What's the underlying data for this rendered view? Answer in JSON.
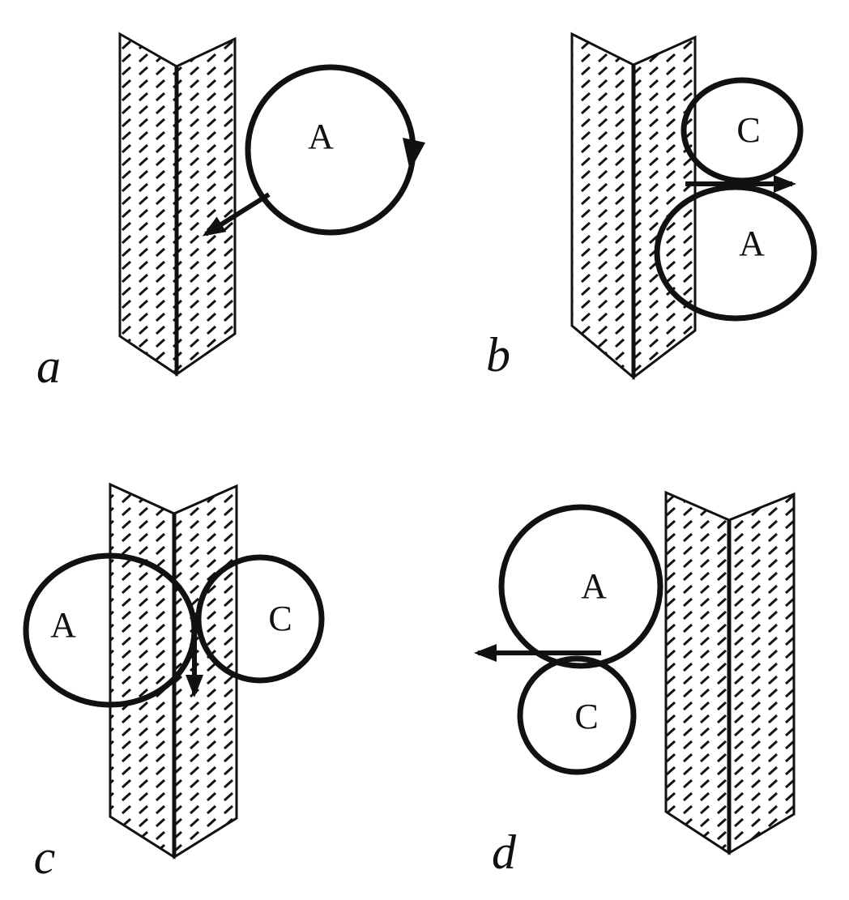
{
  "figure": {
    "ink_color": "#111111",
    "background_color": "#ffffff",
    "description": "Four-panel schematic (a-d) showing rollers A and C positioned against a folded, hatched vertical substrate"
  },
  "panels": {
    "a": {
      "label": "a",
      "rollers": [
        {
          "label": "A"
        }
      ],
      "arrows": [
        {
          "name": "rotation-arrow",
          "direction": "clockwise"
        },
        {
          "name": "contact-arrow",
          "direction": "lower-left-toward-substrate"
        }
      ]
    },
    "b": {
      "label": "b",
      "rollers": [
        {
          "label": "C"
        },
        {
          "label": "A"
        }
      ],
      "arrows": [
        {
          "name": "nip-arrow",
          "direction": "right"
        }
      ]
    },
    "c": {
      "label": "c",
      "rollers": [
        {
          "label": "A"
        },
        {
          "label": "C"
        }
      ],
      "arrows": [
        {
          "name": "nip-arrow",
          "direction": "down"
        }
      ]
    },
    "d": {
      "label": "d",
      "rollers": [
        {
          "label": "A"
        },
        {
          "label": "C"
        }
      ],
      "arrows": [
        {
          "name": "nip-arrow",
          "direction": "left"
        }
      ]
    }
  }
}
